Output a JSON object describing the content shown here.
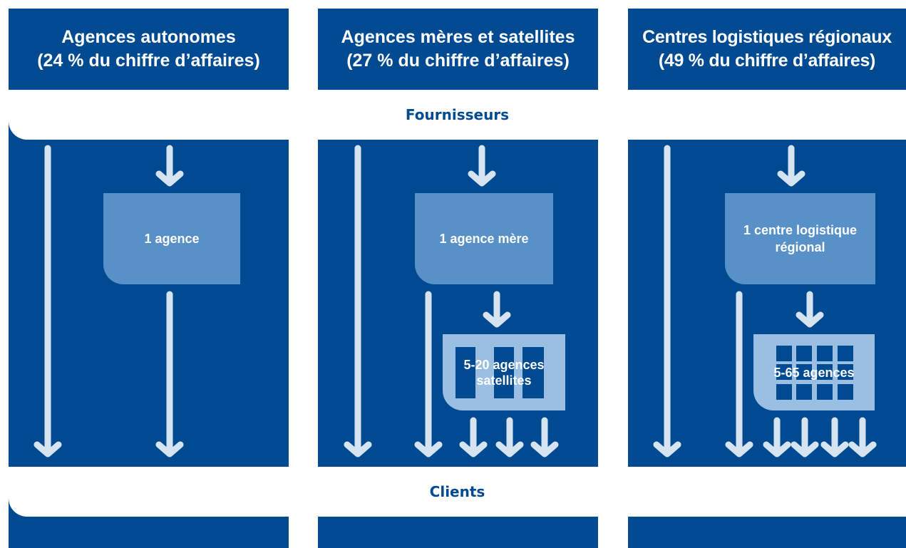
{
  "columns": [
    {
      "title_line1": "Agences autonomes",
      "title_line2": "(24 % du chiffre d’affaires)",
      "box_label": "1 agence"
    },
    {
      "title_line1": "Agences mères et satellites",
      "title_line2": "(27 % du chiffre d’affaires)",
      "box_label": "1 agence mère",
      "satellite_label_line1": "5-20 agences",
      "satellite_label_line2": "satellites"
    },
    {
      "title_line1": "Centres logistiques régionaux",
      "title_line2": "(49 % du chiffre d’affaires)",
      "box_label_line1": "1 centre logistique",
      "box_label_line2": "régional",
      "satellite_label": "5-65 agences"
    }
  ],
  "suppliers_label": "Fournisseurs",
  "clients_label": "Clients",
  "colors": {
    "dark_blue": "#004a91",
    "mid_blue": "#5890c8",
    "light_blue": "#9bbfe2",
    "arrow": "#d6e4f2",
    "white": "#ffffff"
  }
}
